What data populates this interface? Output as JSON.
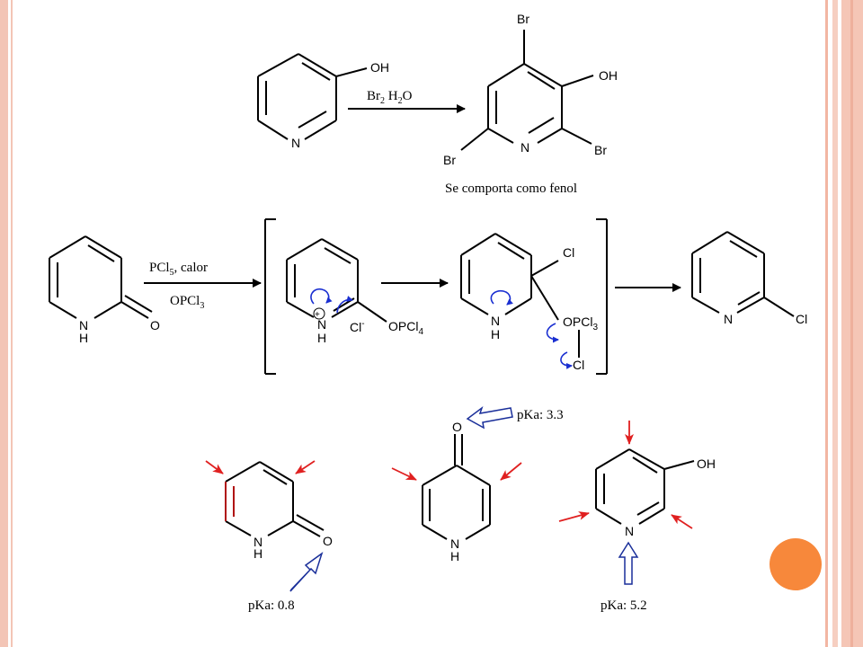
{
  "reaction1": {
    "reactant_oh": "OH",
    "reactant_n": "N",
    "reagent": {
      "br": "Br",
      "br_sub": "2",
      "h": " H",
      "h_sub": "2",
      "o": "O"
    },
    "product_br_top": "Br",
    "product_oh": "OH",
    "product_n": "N",
    "product_br_left": "Br",
    "product_br_right": "Br",
    "caption": "Se comporta como fenol"
  },
  "reaction2": {
    "reactant_n": "N",
    "reactant_h": "H",
    "reactant_o": "O",
    "reagent_top": {
      "pcl": "PCl",
      "sub": "5",
      "rest": ", calor"
    },
    "reagent_bottom": {
      "opcl": "OPCl",
      "sub": "3"
    },
    "int1_n": "N",
    "int1_h": "H",
    "int1_plus": "+",
    "int1_cl": "Cl",
    "int1_cl_charge": "-",
    "int1_opcl": "OPCl",
    "int1_opcl_sub": "4",
    "int2_cl": "Cl",
    "int2_n": "N",
    "int2_h": "H",
    "int2_opcl": "OPCl",
    "int2_opcl_sub": "3",
    "int2_cl2": "Cl",
    "product_n": "N",
    "product_cl": "Cl"
  },
  "pka_section": {
    "left_n": "N",
    "left_h": "H",
    "left_o": "O",
    "left_pka": "pKa: 0.8",
    "mid_o": "O",
    "mid_n": "N",
    "mid_h": "H",
    "mid_pka": "pKa: 3.3",
    "right_oh": "OH",
    "right_n": "N",
    "right_pka": "pKa: 5.2"
  },
  "colors": {
    "frame": "#f3c5b6",
    "accent_circle": "#f7883b",
    "mechanism_arrow": "#1a2fd1",
    "attack_arrow": "#e02020",
    "hollow_arrow": "#1a2f9a"
  }
}
